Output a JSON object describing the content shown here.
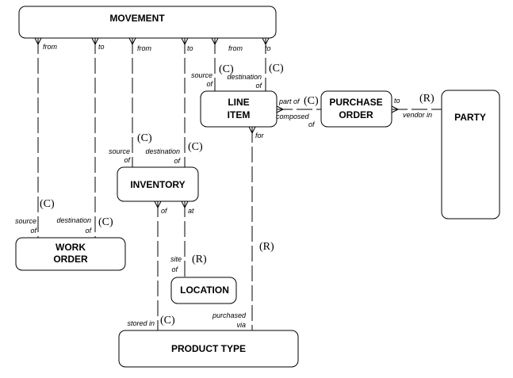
{
  "entities": {
    "movement": "MOVEMENT",
    "line_item": [
      "LINE",
      "ITEM"
    ],
    "purchase_order": [
      "PURCHASE",
      "ORDER"
    ],
    "party": "PARTY",
    "inventory": "INVENTORY",
    "work_order": [
      "WORK",
      "ORDER"
    ],
    "location": "LOCATION",
    "product_type": "PRODUCT TYPE"
  },
  "roles": {
    "from": "from",
    "to": "to",
    "source": "source",
    "destination": "destination",
    "of": "of",
    "part_of": "part of",
    "composed": "composed",
    "vendor_in": "vendor in",
    "for": "for",
    "at": "at",
    "site": "site",
    "stored_in": "stored in",
    "purchased": "purchased",
    "via": "via"
  },
  "cardinality": {
    "c": "(C)",
    "r": "(R)"
  }
}
